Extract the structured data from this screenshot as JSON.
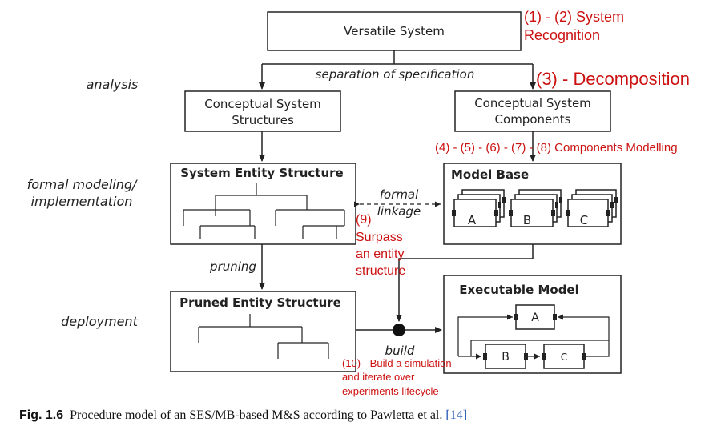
{
  "diagram": {
    "nodes": {
      "versatile": "Versatile System",
      "concept_struct_1": "Conceptual System",
      "concept_struct_2": "Structures",
      "concept_comp_1": "Conceptual System",
      "concept_comp_2": "Components",
      "ses": "System Entity Structure",
      "model_base": "Model Base",
      "pes": "Pruned Entity Structure",
      "executable": "Executable Model"
    },
    "edges": {
      "separation": "separation of specification",
      "formal_1": "formal",
      "formal_2": "linkage",
      "pruning": "pruning",
      "build": "build"
    },
    "phases": {
      "analysis": "analysis",
      "formal_1": "formal modeling/",
      "formal_2": "implementation",
      "deployment": "deployment"
    },
    "components": {
      "a": "A",
      "b": "B",
      "c": "C"
    },
    "exec_components": {
      "a": "A",
      "b": "B",
      "c": "C"
    },
    "annotations": {
      "recog_1": "(1) - (2) System",
      "recog_2": "Recognition",
      "decomp": "(3) - Decomposition",
      "comp_model": "(4) - (5) - (6) - (7) - (8) Components Modelling",
      "surpass_1": "(9)",
      "surpass_2": "Surpass",
      "surpass_3": "an entity",
      "surpass_4": "structure",
      "sim_1": "(10) - Build a simulation",
      "sim_2": "and iterate over",
      "sim_3": "experiments lifecycle"
    },
    "colors": {
      "annotation": "#cc1111",
      "line": "#222222",
      "reference": "#1a4fb0"
    }
  },
  "caption": {
    "fig_label": "Fig. 1.6",
    "text": "Procedure model of an SES/MB-based M&S according to Pawletta et al. ",
    "ref": "[14]"
  }
}
